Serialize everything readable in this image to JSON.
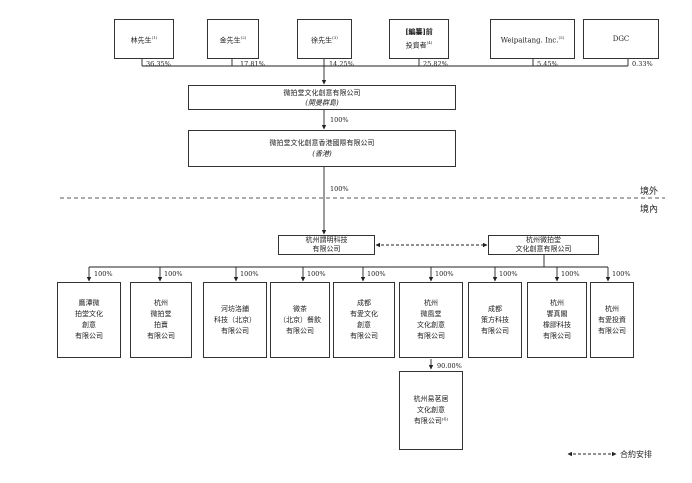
{
  "shareholders": [
    {
      "name": "林先生",
      "note": "(1)",
      "pct": "36.35%"
    },
    {
      "name": "金先生",
      "note": "(2)",
      "pct": "17.81%"
    },
    {
      "name": "徐先生",
      "note": "(3)",
      "pct": "14.25%"
    },
    {
      "name": "[編纂]前",
      "name2": "投資者",
      "note": "(4)",
      "pct": "25.82%"
    },
    {
      "name": "Weipaitang. Inc.",
      "note": "(5)",
      "pct": "5.45%"
    },
    {
      "name": "DGC",
      "note": "",
      "pct": "0.33%"
    }
  ],
  "cayman": {
    "name": "微拍堂文化創意有限公司",
    "sub": "(開曼群島)"
  },
  "cayman_pct": "100%",
  "hk": {
    "name": "微拍堂文化創意香港國際有限公司",
    "sub": "(香港)"
  },
  "hk_pct": "100%",
  "region": {
    "offshore": "境外",
    "onshore": "境內"
  },
  "wfoe": {
    "line1": "杭州謂明科技",
    "line2": "有限公司"
  },
  "opco": {
    "line1": "杭州微拍堂",
    "line2": "文化創意有限公司"
  },
  "subsidiaries": [
    {
      "pct": "100%",
      "lines": [
        "鷹潭微",
        "拍堂文化",
        "創意",
        "有限公司"
      ]
    },
    {
      "pct": "100%",
      "lines": [
        "杭州",
        "微拍堂",
        "拍賣",
        "有限公司"
      ]
    },
    {
      "pct": "100%",
      "lines": [
        "河坊洛鋪",
        "科技（北京）",
        "有限公司"
      ]
    },
    {
      "pct": "100%",
      "lines": [
        "微茶",
        "（北京）餐飲",
        "有限公司"
      ]
    },
    {
      "pct": "100%",
      "lines": [
        "成都",
        "有愛文化",
        "創意",
        "有限公司"
      ]
    },
    {
      "pct": "100%",
      "lines": [
        "杭州",
        "微風堂",
        "文化創意",
        "有限公司"
      ]
    },
    {
      "pct": "100%",
      "lines": [
        "成都",
        "策方科技",
        "有限公司"
      ]
    },
    {
      "pct": "100%",
      "lines": [
        "杭州",
        "饗真閣",
        "橡膠科技",
        "有限公司"
      ]
    },
    {
      "pct": "100%",
      "lines": [
        "杭州",
        "有愛投資",
        "有限公司"
      ]
    }
  ],
  "sub_sub": {
    "pct": "90.00%",
    "lines": [
      "杭州易茗居",
      "文化創意",
      "有限公司⁽⁶⁾"
    ]
  },
  "legend": {
    "label": "合約安排"
  }
}
